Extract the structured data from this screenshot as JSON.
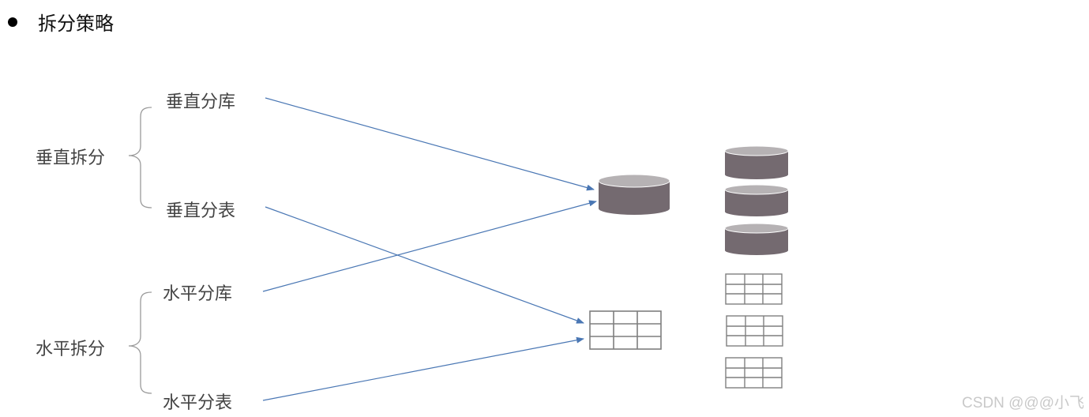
{
  "heading": "拆分策略",
  "groups": {
    "vertical": {
      "label": "垂直拆分",
      "db": "垂直分库",
      "table": "垂直分表"
    },
    "horizontal": {
      "label": "水平拆分",
      "db": "水平分库",
      "table": "水平分表"
    }
  },
  "watermark": "CSDN @@@小飞",
  "colors": {
    "arrow": "#4a77b4",
    "database_side": "#746a70",
    "database_top": "#b6b2b4",
    "grid_line": "#7f7f7f",
    "bracket": "#9a9a9a"
  },
  "icons": {
    "database": "database-icon",
    "table": "table-grid-icon"
  }
}
